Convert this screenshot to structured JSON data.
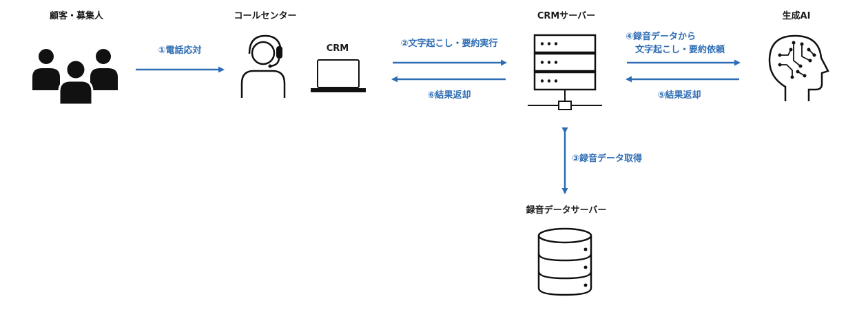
{
  "nodes": {
    "customers": "顧客・募集人",
    "call_center": "コールセンター",
    "crm_client": "CRM",
    "crm_server": "CRMサーバー",
    "gen_ai": "生成AI",
    "recording_server": "録音データサーバー"
  },
  "arrows": {
    "step1": "①電話応対",
    "step2": "②文字起こし・要約実行",
    "step3": "③録音データ取得",
    "step4_line1": "④録音データから",
    "step4_line2": "文字起こし・要約依頼",
    "step5": "⑤結果返却",
    "step6": "⑥結果返却"
  },
  "colors": {
    "arrow": "#2e6db4",
    "icon": "#111111"
  }
}
